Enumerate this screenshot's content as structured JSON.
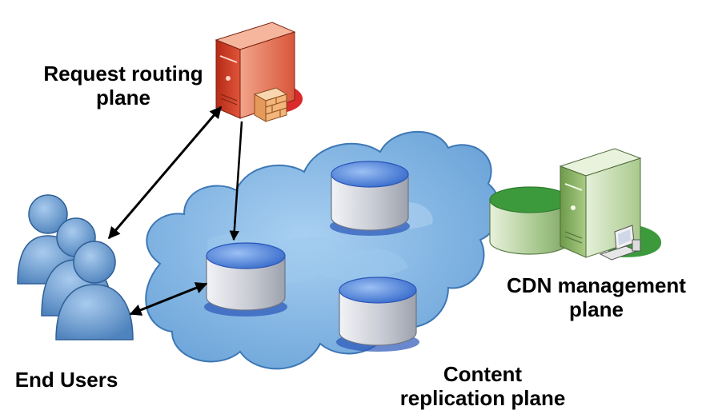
{
  "labels": {
    "request_routing": [
      "Request routing",
      "plane"
    ],
    "cdn_management": [
      "CDN management",
      "plane"
    ],
    "end_users": [
      "End Users"
    ],
    "content_replication": [
      "Content",
      "replication plane"
    ]
  },
  "colors": {
    "cloud": "#8fbfe8",
    "cloud_outline": "#3d78b5",
    "disk_top": "#3e78d8",
    "disk_body": "#c9cdd6",
    "routing_server": "#e0412a",
    "management_server": "#9cc37a",
    "management_base": "#3c9a3c",
    "users": "#6fa0d4",
    "arrow": "#000000"
  },
  "icons": {
    "request_routing_server": "server-with-firewall-icon",
    "cdn_management_server": "server-with-workstation-icon",
    "end_users": "user-group-icon",
    "replica_disks": "database-disk-icon"
  }
}
